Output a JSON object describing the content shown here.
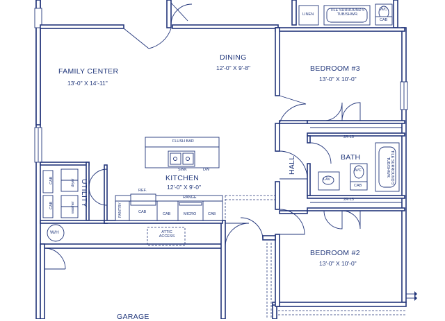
{
  "rooms": {
    "family_center": {
      "name": "FAMILY CENTER",
      "dims": "13'-0\" X 14'-11\""
    },
    "dining": {
      "name": "DINING",
      "dims": "12'-0\" X 9'-8\""
    },
    "bedroom3": {
      "name": "BEDROOM #3",
      "dims": "13'-0\" X 10'-0\""
    },
    "bedroom2": {
      "name": "BEDROOM #2",
      "dims": "13'-0\" X 10'-0\""
    },
    "kitchen": {
      "name": "KITCHEN",
      "dims": "12'-0\" X 9'-0\""
    },
    "bath": {
      "name": "BATH"
    },
    "hall": {
      "name": "HALL"
    },
    "utility": {
      "name": "UTILITY"
    },
    "garage": {
      "name": "GARAGE"
    }
  },
  "fixtures": {
    "linen": "LINEN",
    "tub_top": "TILE SURROUND 5' TUB/SHWR.",
    "wc_top": "W/C",
    "cab_top": "CAB",
    "flush_bar": "FLUSH BAR",
    "sink": "SINK",
    "dw": "DW",
    "ref": "REF.",
    "range": "RANGE",
    "cab_left": "CAB",
    "cab_right": "CAB",
    "micro": "MICRO",
    "cab_ref": "CAB",
    "pantry": "PANTRY",
    "attic": "ATTIC ACCESS",
    "wh": "W/H",
    "lav": "LAV",
    "wc_bath": "W/C",
    "cab_bath": "CAB",
    "tub_bath": "TILE SURROUND 5' TUB/SHWR.",
    "closet_upper": "2R-15",
    "closet_lower": "2R-15",
    "dryer": "dryer",
    "washer": "washer",
    "cab_utility_a": "CAB",
    "cab_utility_b": "CAB"
  }
}
